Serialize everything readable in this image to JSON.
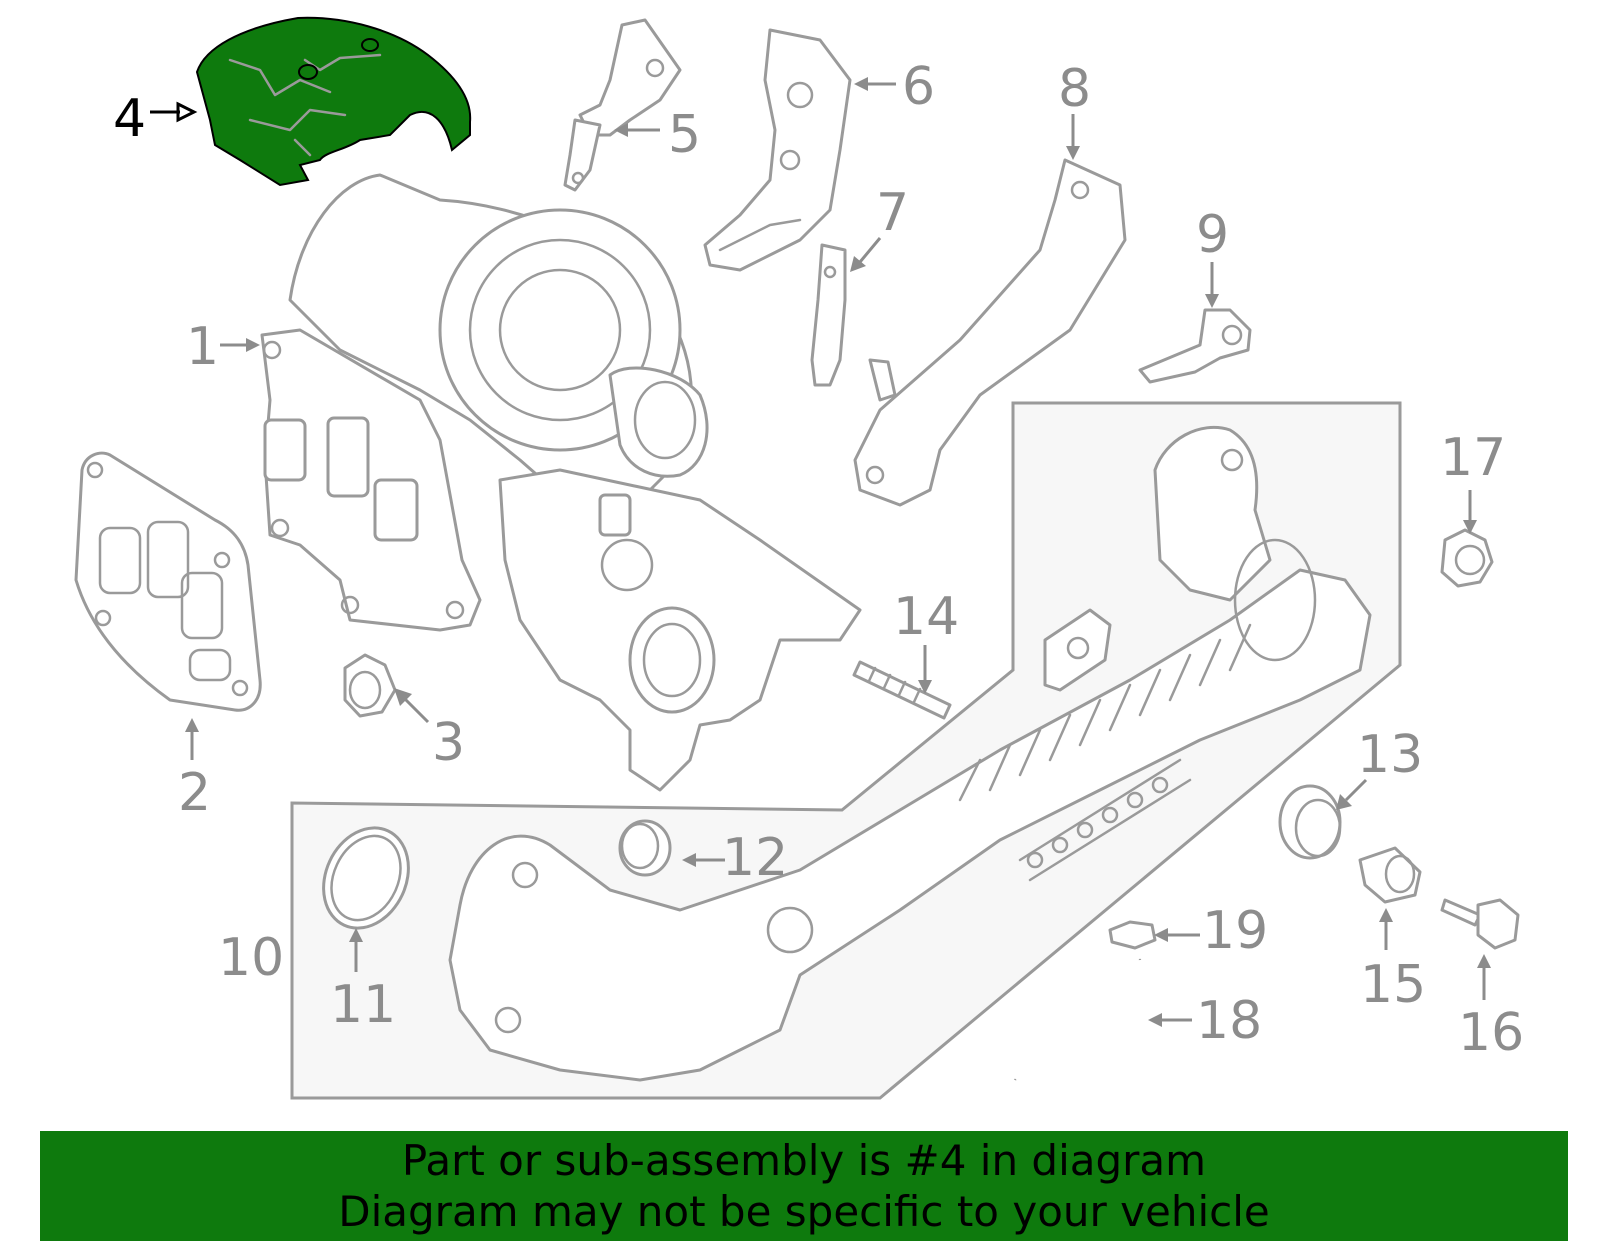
{
  "colors": {
    "highlight": "#0e7a0d",
    "banner": "#0e7a0d",
    "line": "#9a9a9a",
    "label": "#8c8c8c",
    "active_label": "#000000"
  },
  "callouts": {
    "c1": "1",
    "c2": "2",
    "c3": "3",
    "c4": "4",
    "c5": "5",
    "c6": "6",
    "c7": "7",
    "c8": "8",
    "c9": "9",
    "c10": "10",
    "c11": "11",
    "c12": "12",
    "c13": "13",
    "c14": "14",
    "c15": "15",
    "c16": "16",
    "c17": "17",
    "c18": "18",
    "c19": "19"
  },
  "highlighted_part": "4",
  "banner": {
    "line1": "Part or sub-assembly is #4 in diagram",
    "line2": "Diagram may not be specific to your vehicle"
  }
}
